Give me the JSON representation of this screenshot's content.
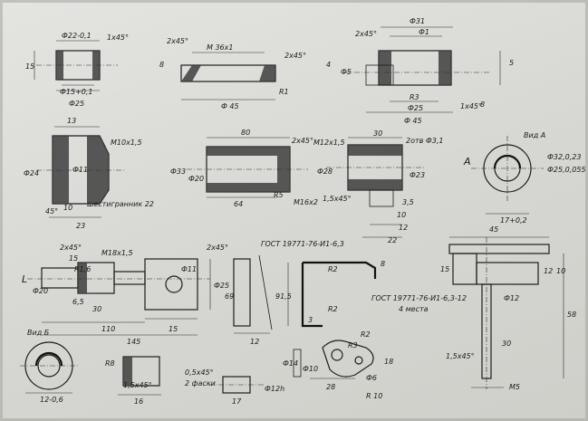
{
  "drawing": {
    "labels": {
      "p1_top": "Ф22-0,1",
      "p1_chamfer": "1x45°",
      "p1_h": "15",
      "p1_bore": "Ф15+0,1",
      "p1_od": "Ф25",
      "p2_chamfer1": "2x45°",
      "p2_thread": "М 36х1",
      "p2_chamfer2": "2x45°",
      "p2_len": "Ф 45",
      "p2_r": "R1",
      "p2_b": "8",
      "p3_top": "Ф31",
      "p3_top2": "Ф1",
      "p3_chamfer": "2x45°",
      "p3_d5": "Ф5",
      "p3_r3": "R3",
      "p3_d25": "Ф25",
      "p3_d45": "Ф 45",
      "p3_c": "1x45°",
      "p3_5": "5",
      "p3_8": "8",
      "p3_4": "4",
      "p4_13": "13",
      "p4_d24": "Ф24",
      "p4_mid": "Ф11",
      "p4_t": "М10х1,5",
      "p4_45": "45°",
      "p4_10": "10",
      "p4_23": "23",
      "p4_note": "шестигранник 22",
      "p5_80": "80",
      "p5_ch": "2x45°",
      "p5_d33": "Ф33",
      "p5_d20": "Ф20",
      "p5_64": "64",
      "p5_r5": "R5",
      "p5_m16": "М16х2",
      "p6_30": "30",
      "p6_holes": "2отв Ф3,1",
      "p6_m": "М12х1,5",
      "p6_d28": "Ф28",
      "p6_d": "Ф23",
      "p6_15": "1,5х45°",
      "p6_35": "3,5",
      "p6_10": "10",
      "p6_12": "12",
      "p6_22": "22",
      "p7_view": "Вид А",
      "p7_a": "А",
      "p7_d1": "Ф32,0,23",
      "p7_d2": "Ф25,0,055",
      "p7_17": "17+0,2",
      "p8_ch": "2x45°",
      "p8_15": "15",
      "p8_r": "R1,6",
      "p8_m": "М18х1,5",
      "p8_d": "Ф20",
      "p8_65": "6,5",
      "p8_30": "30",
      "p8_110": "110",
      "p8_145": "145",
      "p8_d11": "Ф11",
      "p8_d25": "Ф25",
      "p8_69": "69",
      "p8_15b": "15",
      "p8_2x45": "2x45°",
      "p8_l": "L",
      "p9_12": "12",
      "p10_gost": "ГОСТ 19771-76-И1-6,3",
      "p10_r2": "R2",
      "p10_b": "8",
      "p10_91": "91,5",
      "p10_r2b": "R2",
      "p10_3": "3",
      "p10_gost2": "ГОСТ 19771-76-И1-6,3-12",
      "p10_places": "4 места",
      "p11_45": "45",
      "p11_15": "15",
      "p11_12": "12",
      "p11_10": "10",
      "p11_d12": "Ф12",
      "p11_58": "58",
      "p11_30": "30",
      "p11_m5": "М5",
      "p11_ch": "1,5х45°",
      "p12_view": "Вид Б",
      "p12_12": "12-0,6",
      "p13_r": "R8",
      "p13_ch": "1,5х45°",
      "p13_16": "16",
      "p14_ch": "0,5х45°",
      "p14_faces": "2 фаски",
      "p14_17": "17",
      "p14_d": "Ф12h",
      "p15_d14": "Ф14",
      "p15_d10": "Ф10",
      "p15_r2": "R2",
      "p15_r3": "R3",
      "p15_28": "28",
      "p15_d6": "Ф6",
      "p15_r10": "R 10",
      "p15_18": "18"
    }
  }
}
